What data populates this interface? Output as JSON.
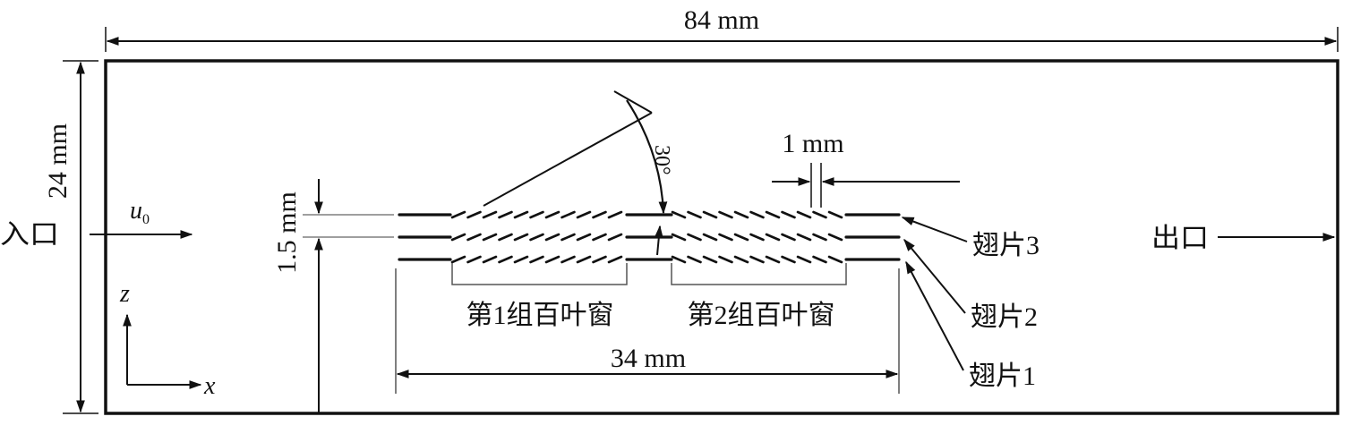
{
  "dimensions": {
    "total_length": "84 mm",
    "height": "24 mm",
    "fin_pitch": "1.5 mm",
    "louver_pitch": "1 mm",
    "louver_region": "34 mm",
    "louver_angle": "30°"
  },
  "boundaries": {
    "inlet": "入口",
    "outlet": "出口",
    "inlet_velocity_symbol": "u",
    "inlet_velocity_subscript": "0"
  },
  "axes": {
    "z": "z",
    "x": "x"
  },
  "louver_groups": [
    "第1组百叶窗",
    "第2组百叶窗"
  ],
  "fins": [
    "翅片3",
    "翅片2",
    "翅片1"
  ],
  "colors": {
    "stroke": "#111111",
    "thin_line": "#555555",
    "background": "#ffffff"
  }
}
